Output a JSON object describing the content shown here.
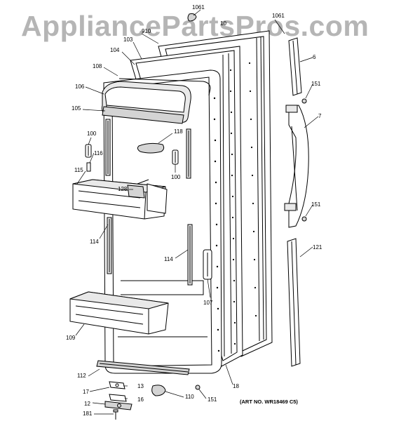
{
  "watermark": "AppliancePartsPros.com",
  "art_number": "(ART NO. WR18469 C5)",
  "callouts": [
    {
      "id": "c1061a",
      "text": "1061"
    },
    {
      "id": "c1061b",
      "text": "1061"
    },
    {
      "id": "c10x",
      "text": "10"
    },
    {
      "id": "c910",
      "text": "910"
    },
    {
      "id": "c103",
      "text": "103"
    },
    {
      "id": "c104",
      "text": "104"
    },
    {
      "id": "c108",
      "text": "108"
    },
    {
      "id": "c106",
      "text": "106"
    },
    {
      "id": "c105",
      "text": "105"
    },
    {
      "id": "c100a",
      "text": "100"
    },
    {
      "id": "c116",
      "text": "116"
    },
    {
      "id": "c118",
      "text": "118"
    },
    {
      "id": "c100b",
      "text": "100"
    },
    {
      "id": "c115",
      "text": "115"
    },
    {
      "id": "c128",
      "text": "128"
    },
    {
      "id": "c114a",
      "text": "114"
    },
    {
      "id": "c114b",
      "text": "114"
    },
    {
      "id": "c107",
      "text": "107"
    },
    {
      "id": "c109",
      "text": "109"
    },
    {
      "id": "c112",
      "text": "112"
    },
    {
      "id": "c13",
      "text": "13"
    },
    {
      "id": "c17",
      "text": "17"
    },
    {
      "id": "c16",
      "text": "16"
    },
    {
      "id": "c12",
      "text": "12"
    },
    {
      "id": "c181",
      "text": "181"
    },
    {
      "id": "c110",
      "text": "110"
    },
    {
      "id": "c151c",
      "text": "151"
    },
    {
      "id": "c18",
      "text": "18"
    },
    {
      "id": "c6",
      "text": "6"
    },
    {
      "id": "c151a",
      "text": "151"
    },
    {
      "id": "c7",
      "text": "7"
    },
    {
      "id": "c151b",
      "text": "151"
    },
    {
      "id": "c121",
      "text": "121"
    }
  ]
}
